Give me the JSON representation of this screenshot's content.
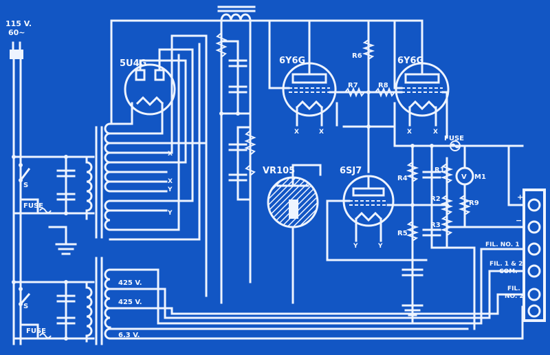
{
  "supply": {
    "line1": "115 V.",
    "line2": "60~"
  },
  "labels": {
    "rect": "5U4G",
    "tube_left": "6Y6G",
    "tube_right": "6Y6G",
    "regulator": "VR105",
    "amp": "6SJ7",
    "r6": "R6",
    "r7": "R7",
    "r8": "R8",
    "r4": "R4",
    "r1": "R1",
    "r2": "R2",
    "r3": "R3",
    "r5": "R5",
    "r9": "R9",
    "meter": "M1",
    "meter_symbol": "V",
    "fuse_top": "FUSE",
    "fuse1": "FUSE",
    "fuse2": "FUSE",
    "s1": "S",
    "s2": "S",
    "x1": "X",
    "x2": "X",
    "x3": "X",
    "x4": "X",
    "x5": "X",
    "x6": "X",
    "y1": "Y",
    "y2": "Y",
    "y3": "Y",
    "y4": "Y",
    "v425a": "425 V.",
    "v425b": "425 V.",
    "v63": "6.3 V.",
    "plus": "+",
    "minus": "−",
    "fil1": "FIL. NO. 1",
    "fil12a": "FIL. 1 & 2",
    "fil12b": "COM.",
    "fil2a": "FIL.",
    "fil2b": "NO. 2"
  }
}
